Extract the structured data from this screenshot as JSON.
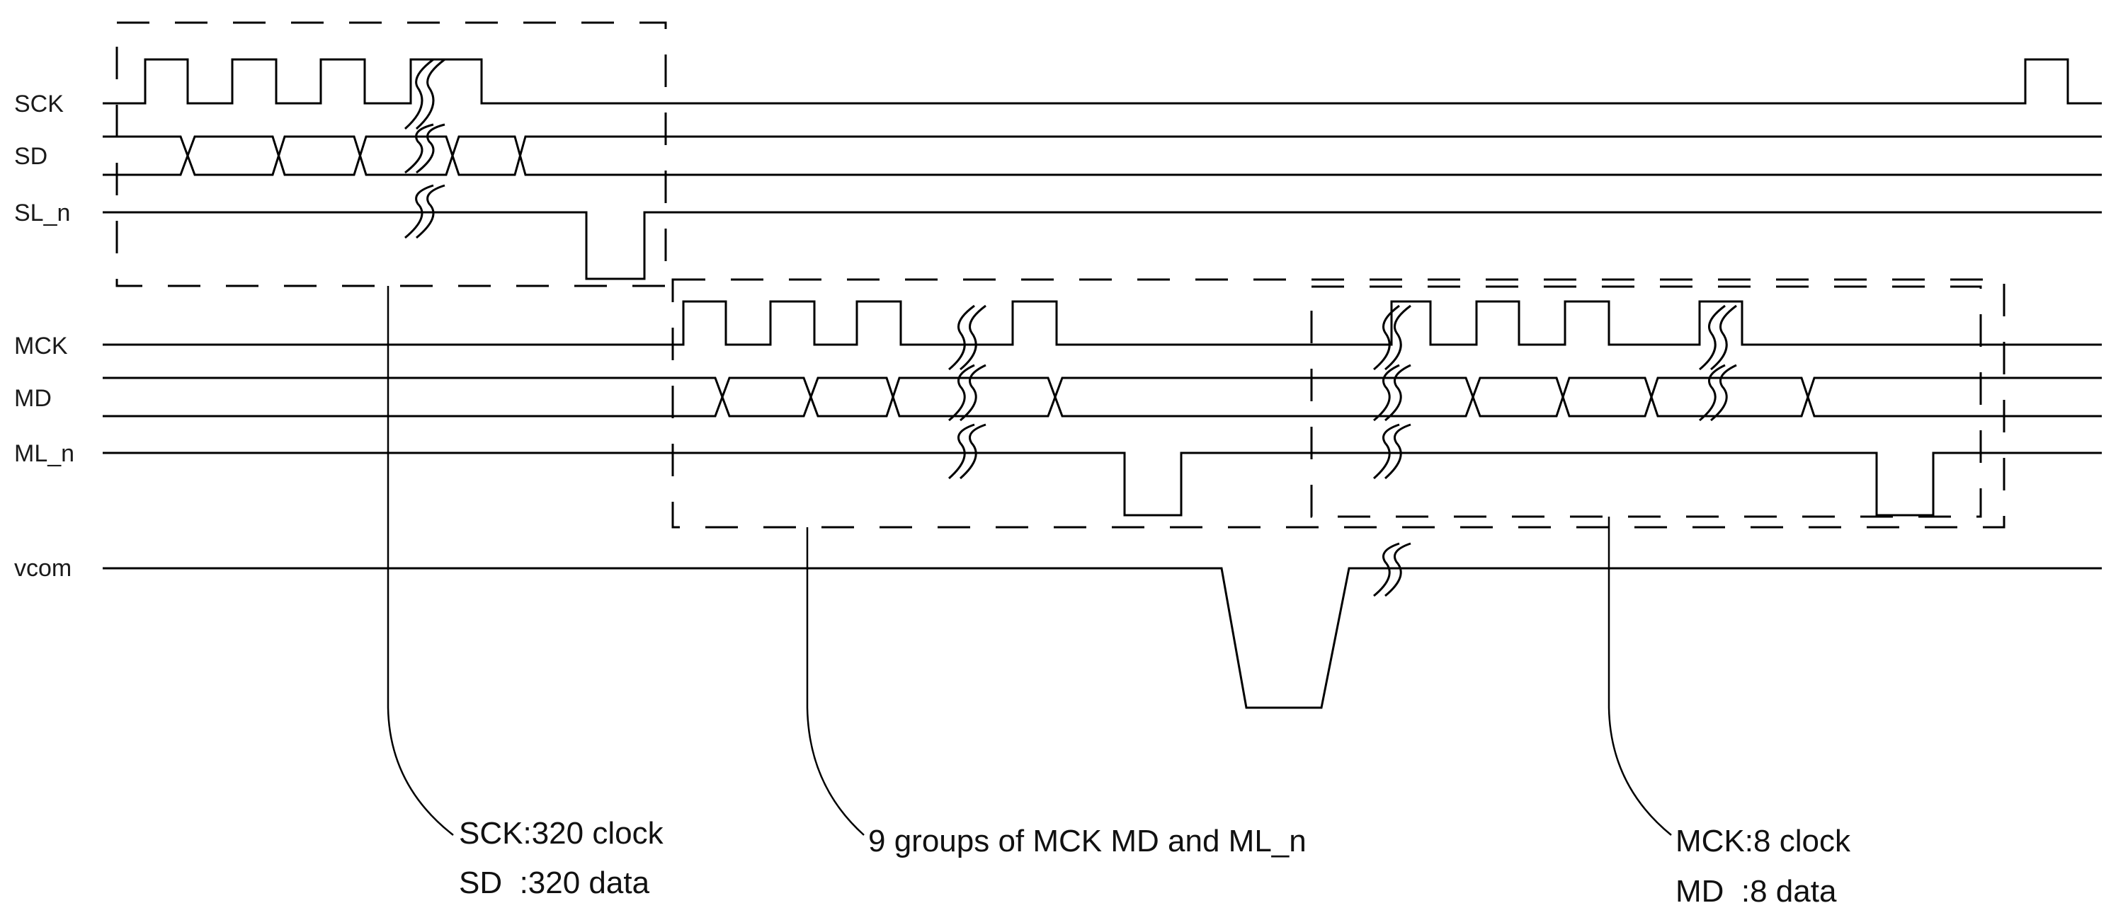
{
  "signals": {
    "sck": "SCK",
    "sd": "SD",
    "sl_n": "SL_n",
    "mck": "MCK",
    "md": "MD",
    "ml_n": "ML_n",
    "vcom": "vcom"
  },
  "notes": {
    "serial_line1": "SCK:320 clock",
    "serial_line2": "SD  :320 data",
    "groups": "9 groups of MCK MD and ML_n",
    "group_line1": "MCK:8 clock",
    "group_line2": "MD  :8 data"
  }
}
